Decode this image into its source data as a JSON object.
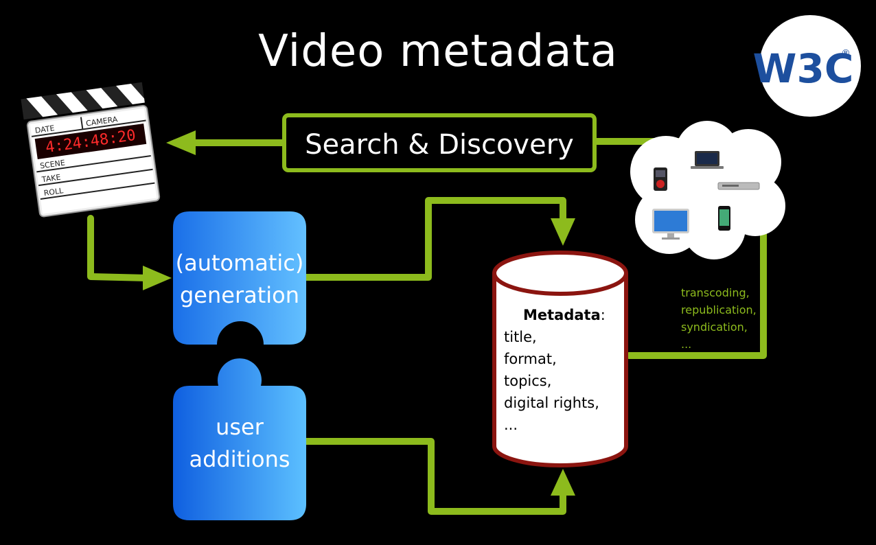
{
  "slide": {
    "title": "Video metadata"
  },
  "logo": {
    "text": "W3C",
    "registered": "®"
  },
  "clapperboard": {
    "date_label": "DATE",
    "camera_label": "CAMERA",
    "timecode": "4:24:48:20",
    "scene_label": "SCENE",
    "take_label": "TAKE",
    "roll_label": "ROLL"
  },
  "search_box": {
    "label": "Search & Discovery"
  },
  "auto_generation": {
    "line1": "(automatic)",
    "line2": "generation"
  },
  "user_additions": {
    "line1": "user",
    "line2": "additions"
  },
  "metadata_store": {
    "heading": "Metadata",
    "heading_suffix": ":",
    "items": [
      "title,",
      "format,",
      "topics,",
      "digital rights,",
      "..."
    ]
  },
  "distribution_note": {
    "lines": [
      "transcoding,",
      "republication,",
      "syndication,",
      "..."
    ]
  },
  "colors": {
    "background": "#000000",
    "arrow_green": "#8dbb1d",
    "puzzle_blue": "#2a8cf5",
    "cylinder_red": "#8b1510",
    "note_green": "#8dbb1d"
  }
}
